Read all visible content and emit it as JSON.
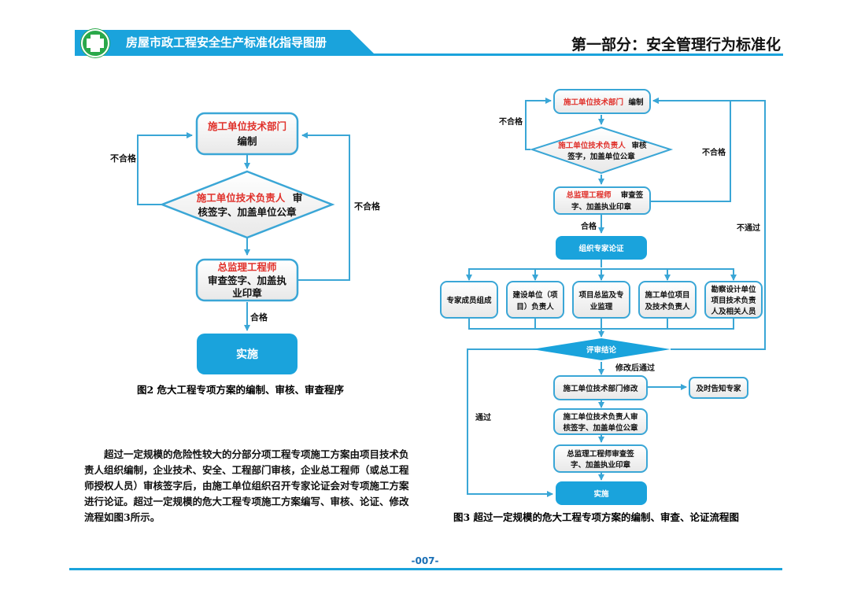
{
  "header": {
    "title": "房屋市政工程安全生产标准化指导图册",
    "section": "第一部分：安全管理行为标准化"
  },
  "fig2": {
    "box1_red": "施工单位技术部门",
    "box1_black": "编制",
    "diamond_red": "施工单位技术负责人",
    "diamond_black1": "审",
    "diamond_black2": "核签字、加盖单位公章",
    "box2_red": "总监理工程师",
    "box2_line1": "审查签字、加盖执",
    "box2_line2": "业印章",
    "implement": "实施",
    "fail_left": "不合格",
    "fail_right": "不合格",
    "pass": "合格",
    "caption": "图2 危大工程专项方案的编制、审核、审查程序"
  },
  "fig3": {
    "top_red": "施工单位技术部门",
    "top_black": "编制",
    "diamond_red": "施工单位技术负责人",
    "diamond_black1": "审核",
    "diamond_black2": "签字，加盖单位公章",
    "chief_red": "总监理工程师",
    "chief_black1": "审查签",
    "chief_black2": "字、加盖执业印章",
    "organize": "组织专家论证",
    "experts": [
      "专家成员组成",
      "建设单位（项|目）负责人",
      "项目总监及专|业监理",
      "施工单位项目|及技术负责人",
      "勘察设计单位|项目技术负责|人及相关人员"
    ],
    "review": "评审结论",
    "revise_pass": "修改后通过",
    "modify": "施工单位技术部门修改",
    "notify": "及时告知专家",
    "tech_head": "施工单位技术负责人审|核签字、加盖单位公章",
    "chief2": "总监理工程师审查签|字、加盖执业印章",
    "implement": "实施",
    "fail_left": "不合格",
    "fail_right": "不合格",
    "pass": "合格",
    "not_pass": "不通过",
    "passed": "通过",
    "caption": "图3 超过一定规模的危大工程专项方案的编制、审查、论证流程图"
  },
  "body_text": "超过一定规模的危险性较大的分部分项工程专项施工方案由项目技术负责人组织编制，企业技术、安全、工程部门审核，企业总工程师（或总工程师授权人员）审核签字后，由施工单位组织召开专家论证会对专项施工方案进行论证。超过一定规模的危大工程专项施工方案编写、审核、论证、修改流程如图3所示。",
  "footer": {
    "page_number": "-007-"
  },
  "colors": {
    "accent": "#1aa3dc",
    "red": "#e0312b",
    "box_border": "#3aa6d6",
    "logo": "#2aa84a"
  }
}
